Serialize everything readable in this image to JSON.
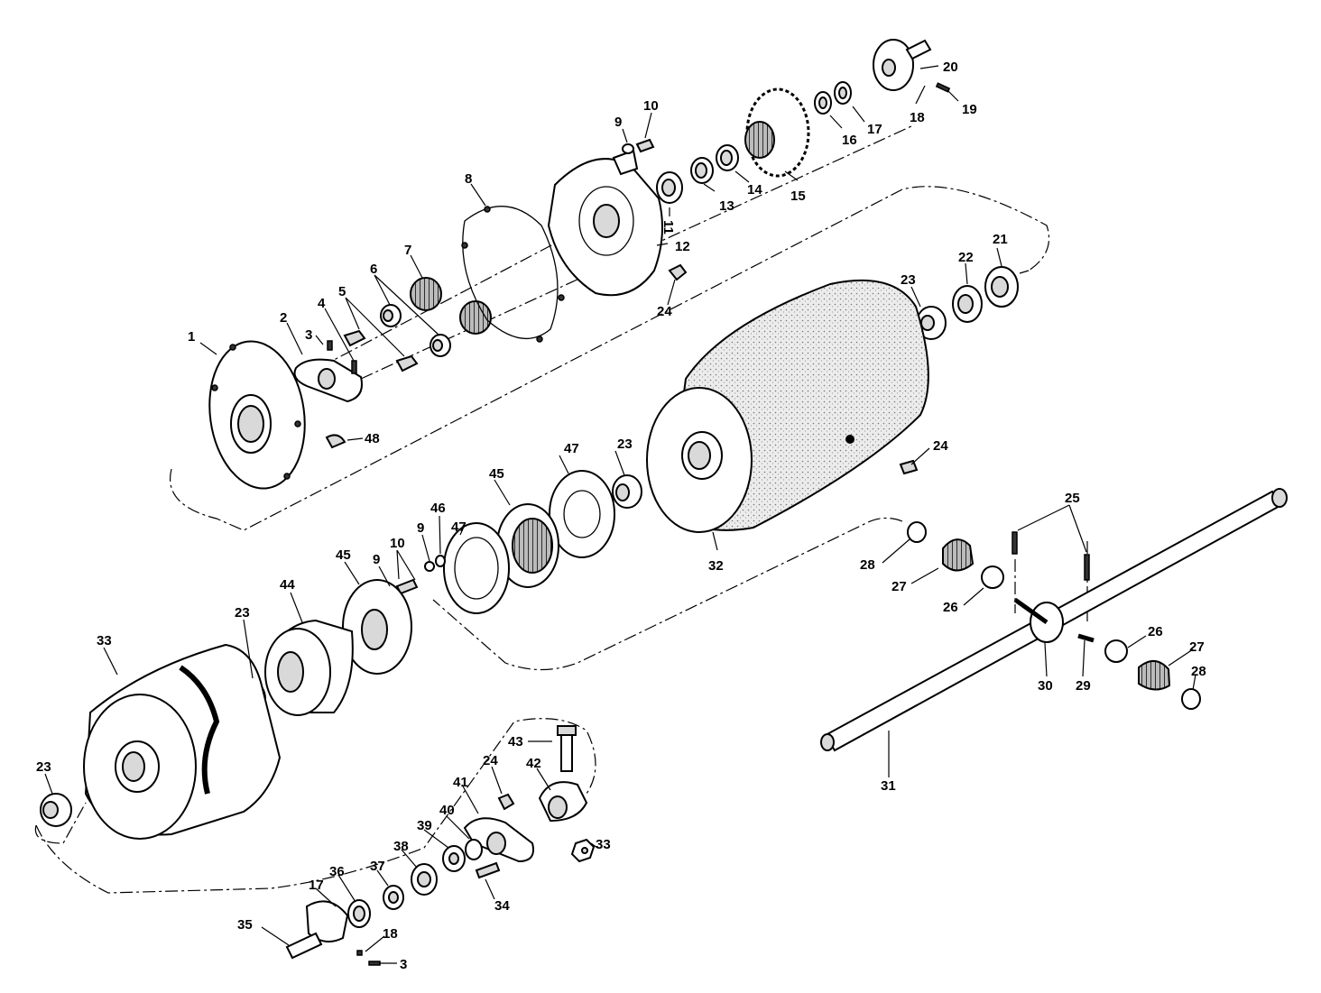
{
  "callouts": [
    {
      "id": "c1",
      "text": "1"
    },
    {
      "id": "c2",
      "text": "2"
    },
    {
      "id": "c3",
      "text": "3"
    },
    {
      "id": "c4",
      "text": "4"
    },
    {
      "id": "c5",
      "text": "5"
    },
    {
      "id": "c6",
      "text": "6"
    },
    {
      "id": "c7",
      "text": "7"
    },
    {
      "id": "c8",
      "text": "8"
    },
    {
      "id": "c9a",
      "text": "9"
    },
    {
      "id": "c10a",
      "text": "10"
    },
    {
      "id": "c11",
      "text": "11"
    },
    {
      "id": "c12",
      "text": "12"
    },
    {
      "id": "c13",
      "text": "13"
    },
    {
      "id": "c14",
      "text": "14"
    },
    {
      "id": "c15",
      "text": "15"
    },
    {
      "id": "c16",
      "text": "16"
    },
    {
      "id": "c17a",
      "text": "17"
    },
    {
      "id": "c18a",
      "text": "18"
    },
    {
      "id": "c19",
      "text": "19"
    },
    {
      "id": "c20",
      "text": "20"
    },
    {
      "id": "c21",
      "text": "21"
    },
    {
      "id": "c22",
      "text": "22"
    },
    {
      "id": "c23a",
      "text": "23"
    },
    {
      "id": "c24a",
      "text": "24"
    },
    {
      "id": "c48",
      "text": "48"
    },
    {
      "id": "c24b",
      "text": "24"
    },
    {
      "id": "c23b",
      "text": "23"
    },
    {
      "id": "c47a",
      "text": "47"
    },
    {
      "id": "c45a",
      "text": "45"
    },
    {
      "id": "c46",
      "text": "46"
    },
    {
      "id": "c47b",
      "text": "47"
    },
    {
      "id": "c9b",
      "text": "9"
    },
    {
      "id": "c10b",
      "text": "10"
    },
    {
      "id": "c9c",
      "text": "9"
    },
    {
      "id": "c45b",
      "text": "45"
    },
    {
      "id": "c44",
      "text": "44"
    },
    {
      "id": "c23c",
      "text": "23"
    },
    {
      "id": "c33a",
      "text": "33"
    },
    {
      "id": "c32",
      "text": "32"
    },
    {
      "id": "c25",
      "text": "25"
    },
    {
      "id": "c28a",
      "text": "28"
    },
    {
      "id": "c27a",
      "text": "27"
    },
    {
      "id": "c26a",
      "text": "26"
    },
    {
      "id": "c26b",
      "text": "26"
    },
    {
      "id": "c27b",
      "text": "27"
    },
    {
      "id": "c28b",
      "text": "28"
    },
    {
      "id": "c30",
      "text": "30"
    },
    {
      "id": "c29",
      "text": "29"
    },
    {
      "id": "c31",
      "text": "31"
    },
    {
      "id": "c23d",
      "text": "23"
    },
    {
      "id": "c43",
      "text": "43"
    },
    {
      "id": "c24c",
      "text": "24"
    },
    {
      "id": "c42",
      "text": "42"
    },
    {
      "id": "c41",
      "text": "41"
    },
    {
      "id": "c40",
      "text": "40"
    },
    {
      "id": "c39",
      "text": "39"
    },
    {
      "id": "c38",
      "text": "38"
    },
    {
      "id": "c37",
      "text": "37"
    },
    {
      "id": "c36",
      "text": "36"
    },
    {
      "id": "c17b",
      "text": "17"
    },
    {
      "id": "c35",
      "text": "35"
    },
    {
      "id": "c18b",
      "text": "18"
    },
    {
      "id": "c3b",
      "text": "3"
    },
    {
      "id": "c34",
      "text": "34"
    },
    {
      "id": "c33b",
      "text": "33"
    }
  ]
}
